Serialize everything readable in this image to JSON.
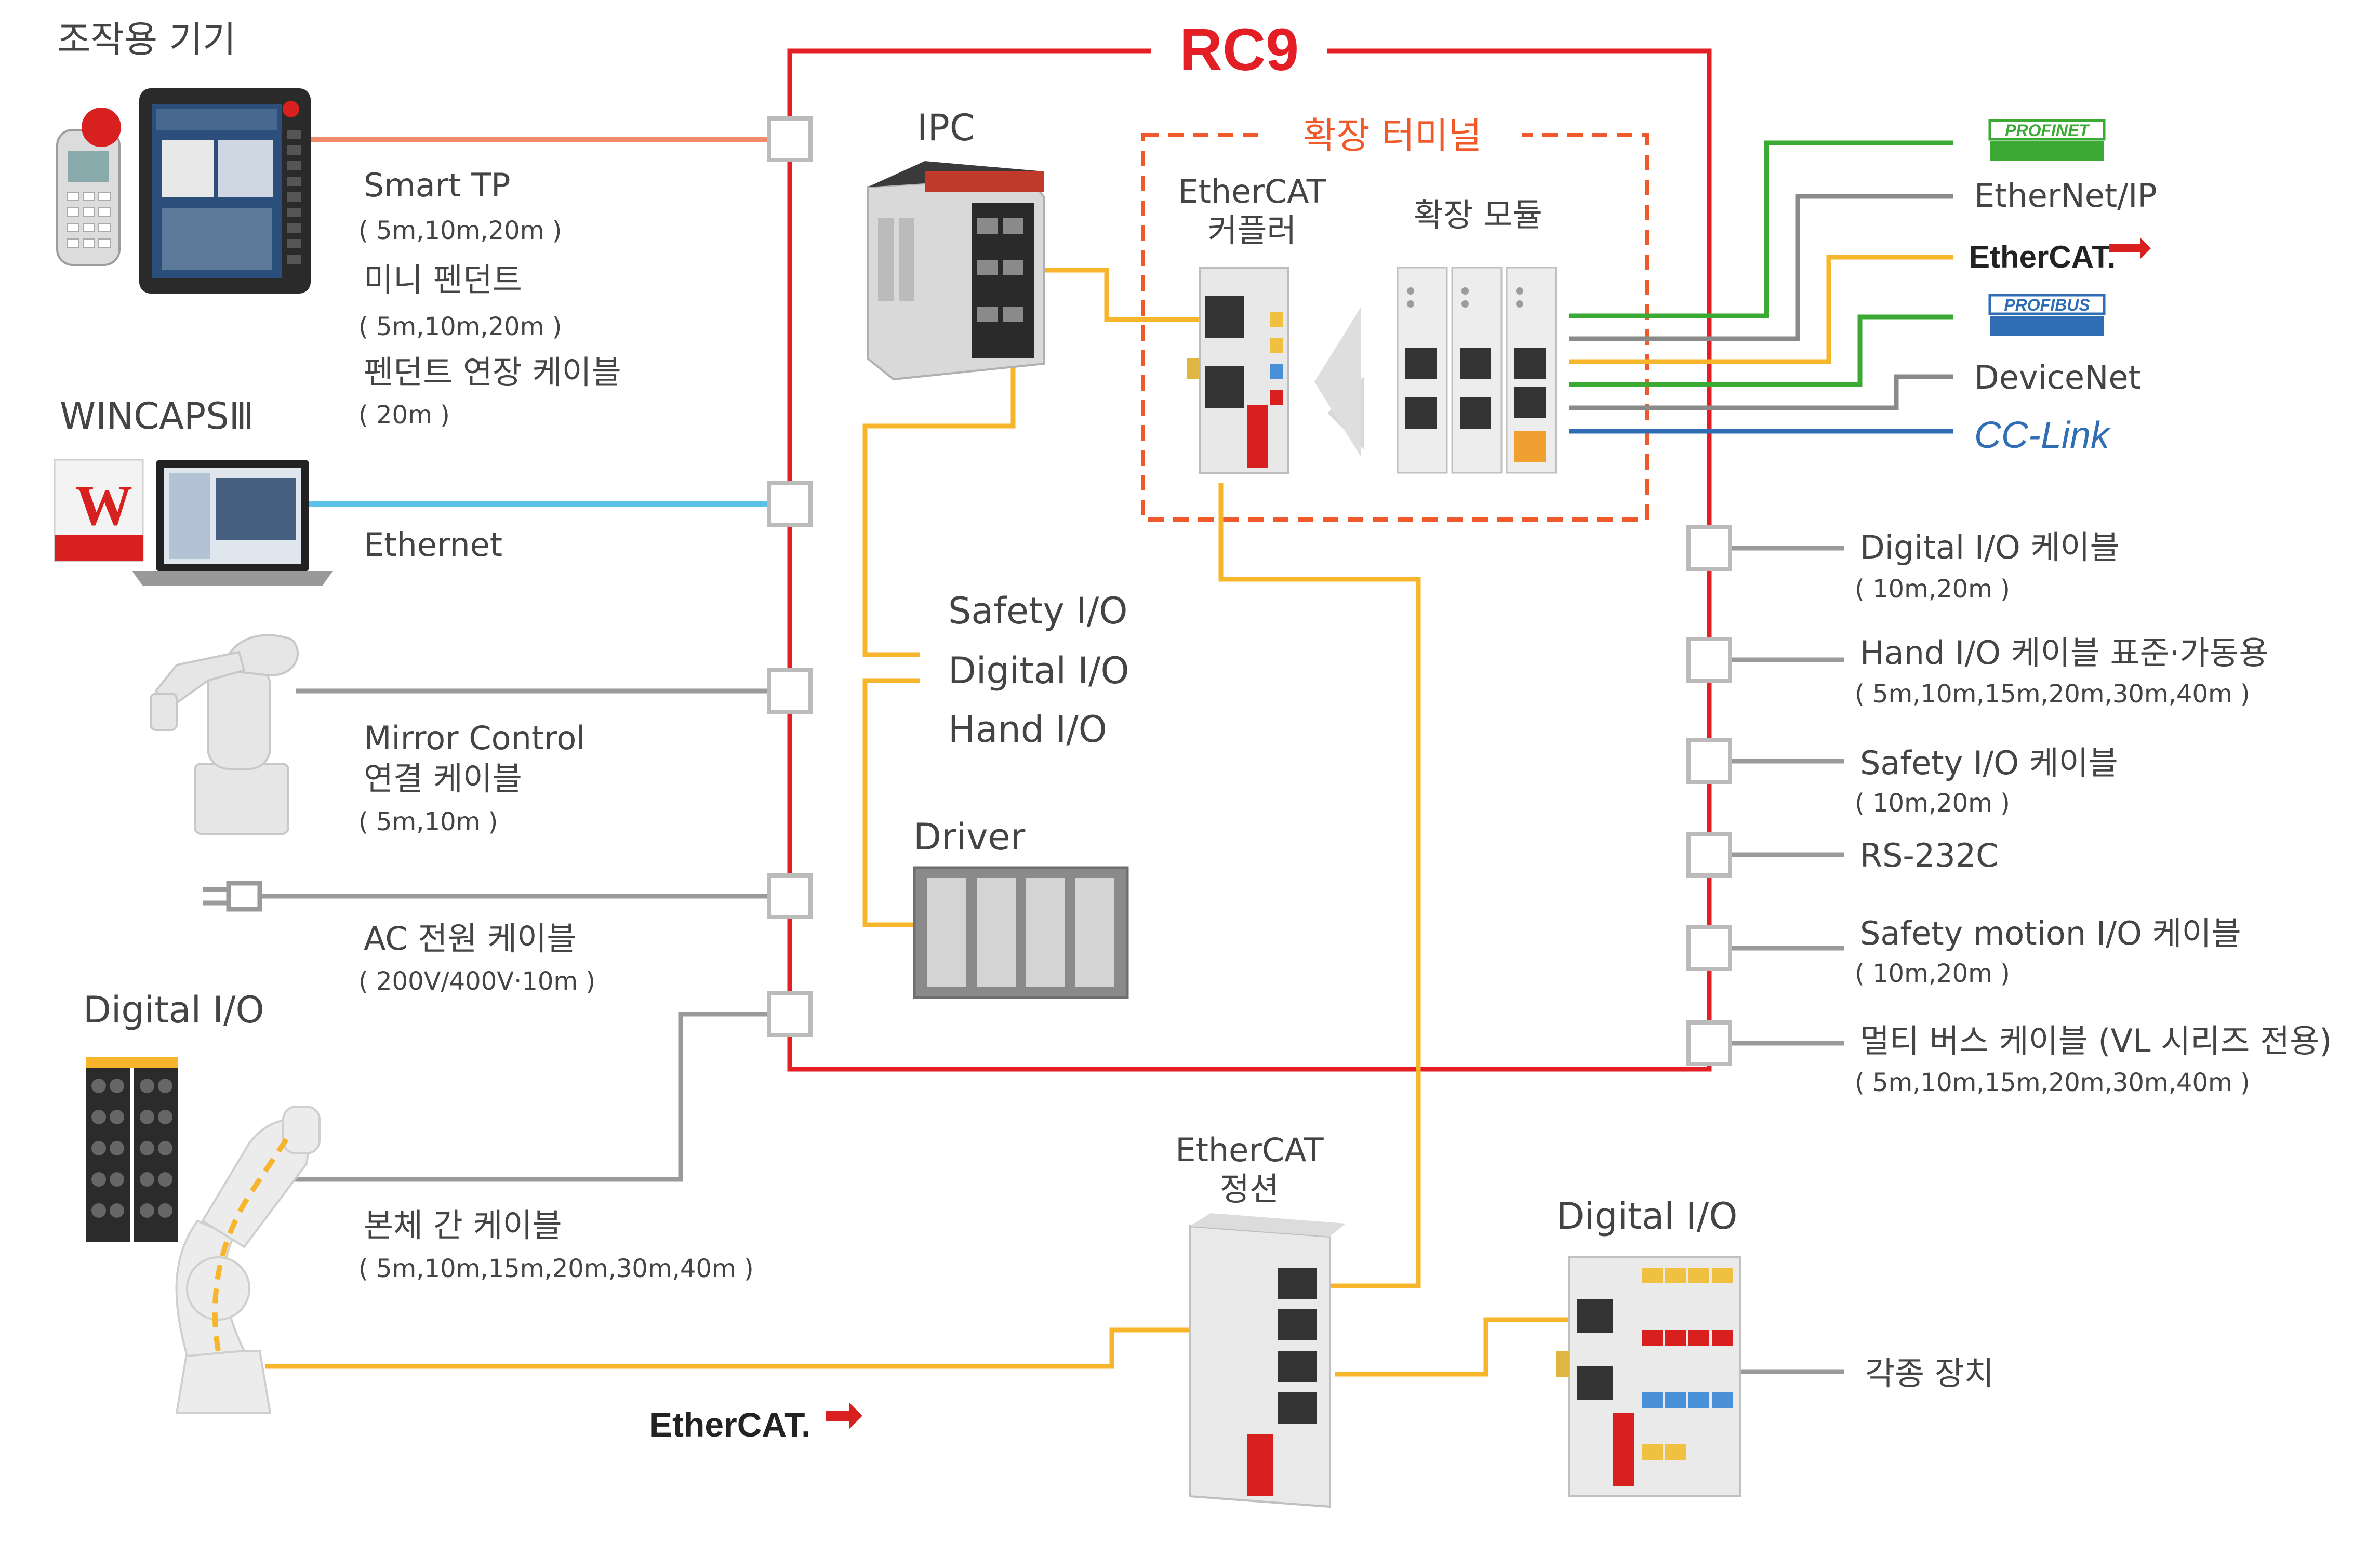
{
  "title": "RC9",
  "device_section": {
    "title": "조작용 기기"
  },
  "left_labels": {
    "smart_tp": "Smart TP",
    "smart_tp_len": "( 5m,10m,20m )",
    "mini_pendant": "미니 펜던트",
    "mini_pendant_len": "( 5m,10m,20m )",
    "pendant_ext": "펜던트 연장 케이블",
    "pendant_ext_len": "( 20m )",
    "wincaps": "WINCAPSⅢ",
    "ethernet": "Ethernet",
    "mirror_control": "Mirror Control",
    "mirror_cable": "연결 케이블",
    "mirror_len": "( 5m,10m )",
    "ac_cable": "AC 전원 케이블",
    "ac_len": "( 200V/400V·10m )",
    "digital_io": "Digital I/O",
    "body_cable": "본체 간 케이블",
    "body_len": "( 5m,10m,15m,20m,30m,40m )",
    "ethercat_logo": "EtherCAT."
  },
  "inner": {
    "ipc": "IPC",
    "ext_terminal": "확장 터미널",
    "ethercat_coupler_1": "EtherCAT",
    "ethercat_coupler_2": "커플러",
    "ext_module": "확장 모듈",
    "safety_io": "Safety I/O",
    "digital_io": "Digital I/O",
    "hand_io": "Hand I/O",
    "driver": "Driver"
  },
  "fieldbus": {
    "profinet": "PROFINET",
    "ethernet_ip": "EtherNet/IP",
    "ethercat": "EtherCAT.",
    "profibus": "PROFIBUS",
    "devicenet": "DeviceNet",
    "cc_link": "CC-Link"
  },
  "right_cables": [
    {
      "name": "Digital I/O 케이블",
      "len": "( 10m,20m )"
    },
    {
      "name": "Hand I/O 케이블 표준·가동용",
      "len": "( 5m,10m,15m,20m,30m,40m )"
    },
    {
      "name": "Safety I/O 케이블",
      "len": "( 10m,20m )"
    },
    {
      "name": "RS-232C",
      "len": ""
    },
    {
      "name": "Safety motion I/O 케이블",
      "len": "( 10m,20m )"
    },
    {
      "name": "멀티 버스 케이블 (VL 시리즈 전용)",
      "len": "( 5m,10m,15m,20m,30m,40m )"
    }
  ],
  "bottom": {
    "junction_1": "EtherCAT",
    "junction_2": "정션",
    "digital_io": "Digital I/O",
    "devices": "각종 장치"
  },
  "colors": {
    "frame": "#e31e24",
    "orange_dash": "#f0592a",
    "ethercat_line": "#f7b52c",
    "profinet_line": "#3aaa35",
    "gray_line": "#8a8a8a",
    "blue_line": "#2f6db5",
    "salmon_line": "#f08a6a",
    "cyan_line": "#5bc1e8"
  }
}
